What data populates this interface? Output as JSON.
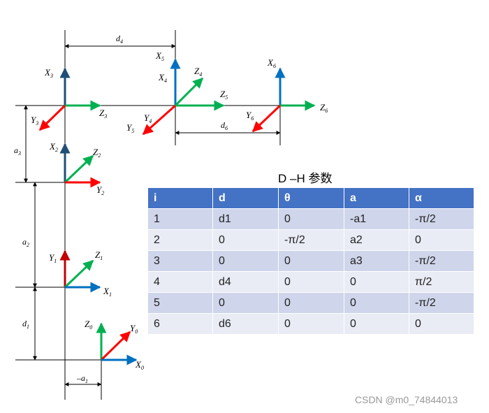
{
  "table": {
    "title": "D –H 参数",
    "headers": [
      "i",
      "d",
      "θ",
      "a",
      "α"
    ],
    "rows": [
      [
        "1",
        "d1",
        "0",
        "-a1",
        "-π/2"
      ],
      [
        "2",
        "0",
        "-π/2",
        "a2",
        "0"
      ],
      [
        "3",
        "0",
        "0",
        "a3",
        "-π/2"
      ],
      [
        "4",
        "d4",
        "0",
        "0",
        "π/2"
      ],
      [
        "5",
        "0",
        "0",
        "0",
        "-π/2"
      ],
      [
        "6",
        "d6",
        "0",
        "0",
        "0"
      ]
    ],
    "header_color": "#4472c4",
    "row_colors": [
      "#cfd5ea",
      "#e9ebf5"
    ]
  },
  "colors": {
    "x_axis": "#0070c0",
    "y_axis": "#ff0000",
    "z_axis": "#00b050",
    "frame3_x": "#1f4e79"
  },
  "frames": {
    "f0": {
      "x": "X0",
      "y": "Y0",
      "z": "Z0"
    },
    "f1": {
      "x": "X1",
      "y": "Y1",
      "z": "Z1"
    },
    "f2": {
      "x": "X2",
      "y": "Y2",
      "z": "Z2"
    },
    "f3": {
      "x": "X3",
      "y": "Y3",
      "z": "Z3"
    },
    "f4": {
      "x": "X4",
      "y": "Y4",
      "z": "Z4"
    },
    "f5": {
      "x": "X5",
      "y": "Y5",
      "z": "Z5"
    },
    "f6": {
      "x": "X6",
      "y": "Y6",
      "z": "Z6"
    }
  },
  "dimensions": {
    "d1": "d1",
    "a1": "–a1",
    "a2": "a2",
    "a3": "a3",
    "d4": "d4",
    "d6": "d6"
  },
  "watermark": "CSDN @m0_74844013"
}
